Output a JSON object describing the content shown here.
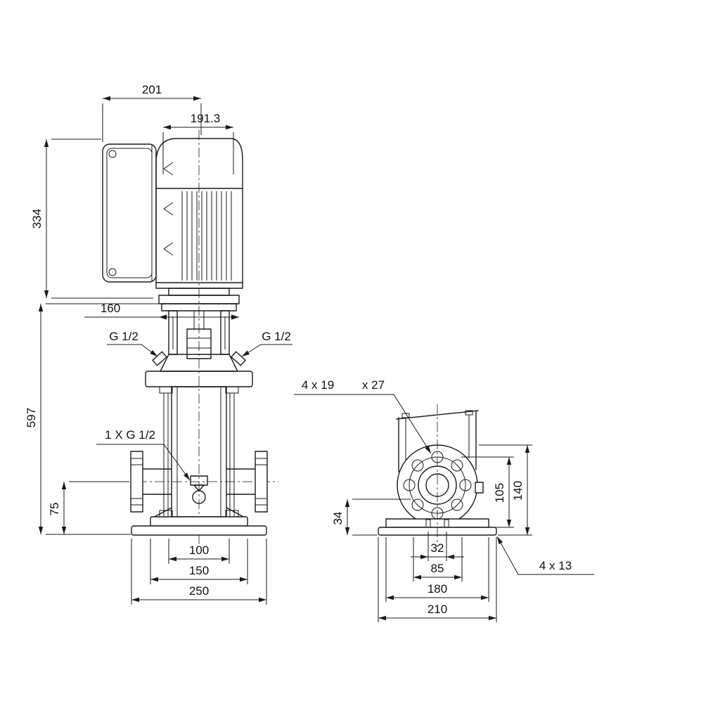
{
  "page": {
    "background": "#ffffff",
    "line_color": "#1a1a1a"
  },
  "side_view": {
    "name": "pump-side-elevation",
    "dims": {
      "width_201": "201",
      "width_191_3": "191.3",
      "height_334": "334",
      "width_160": "160",
      "port_left": "G 1/2",
      "port_right": "G 1/2",
      "height_597": "597",
      "drain": "1 X G 1/2",
      "height_75": "75",
      "width_100": "100",
      "width_150": "150",
      "width_250": "250"
    }
  },
  "end_view": {
    "name": "pump-end-view",
    "dims": {
      "holes_flange": "4 x 19",
      "holes_flange_depth": "x 27",
      "height_34": "34",
      "height_105": "105",
      "height_140": "140",
      "width_32": "32",
      "width_85": "85",
      "width_180": "180",
      "width_210": "210",
      "holes_base": "4 x 13"
    }
  }
}
